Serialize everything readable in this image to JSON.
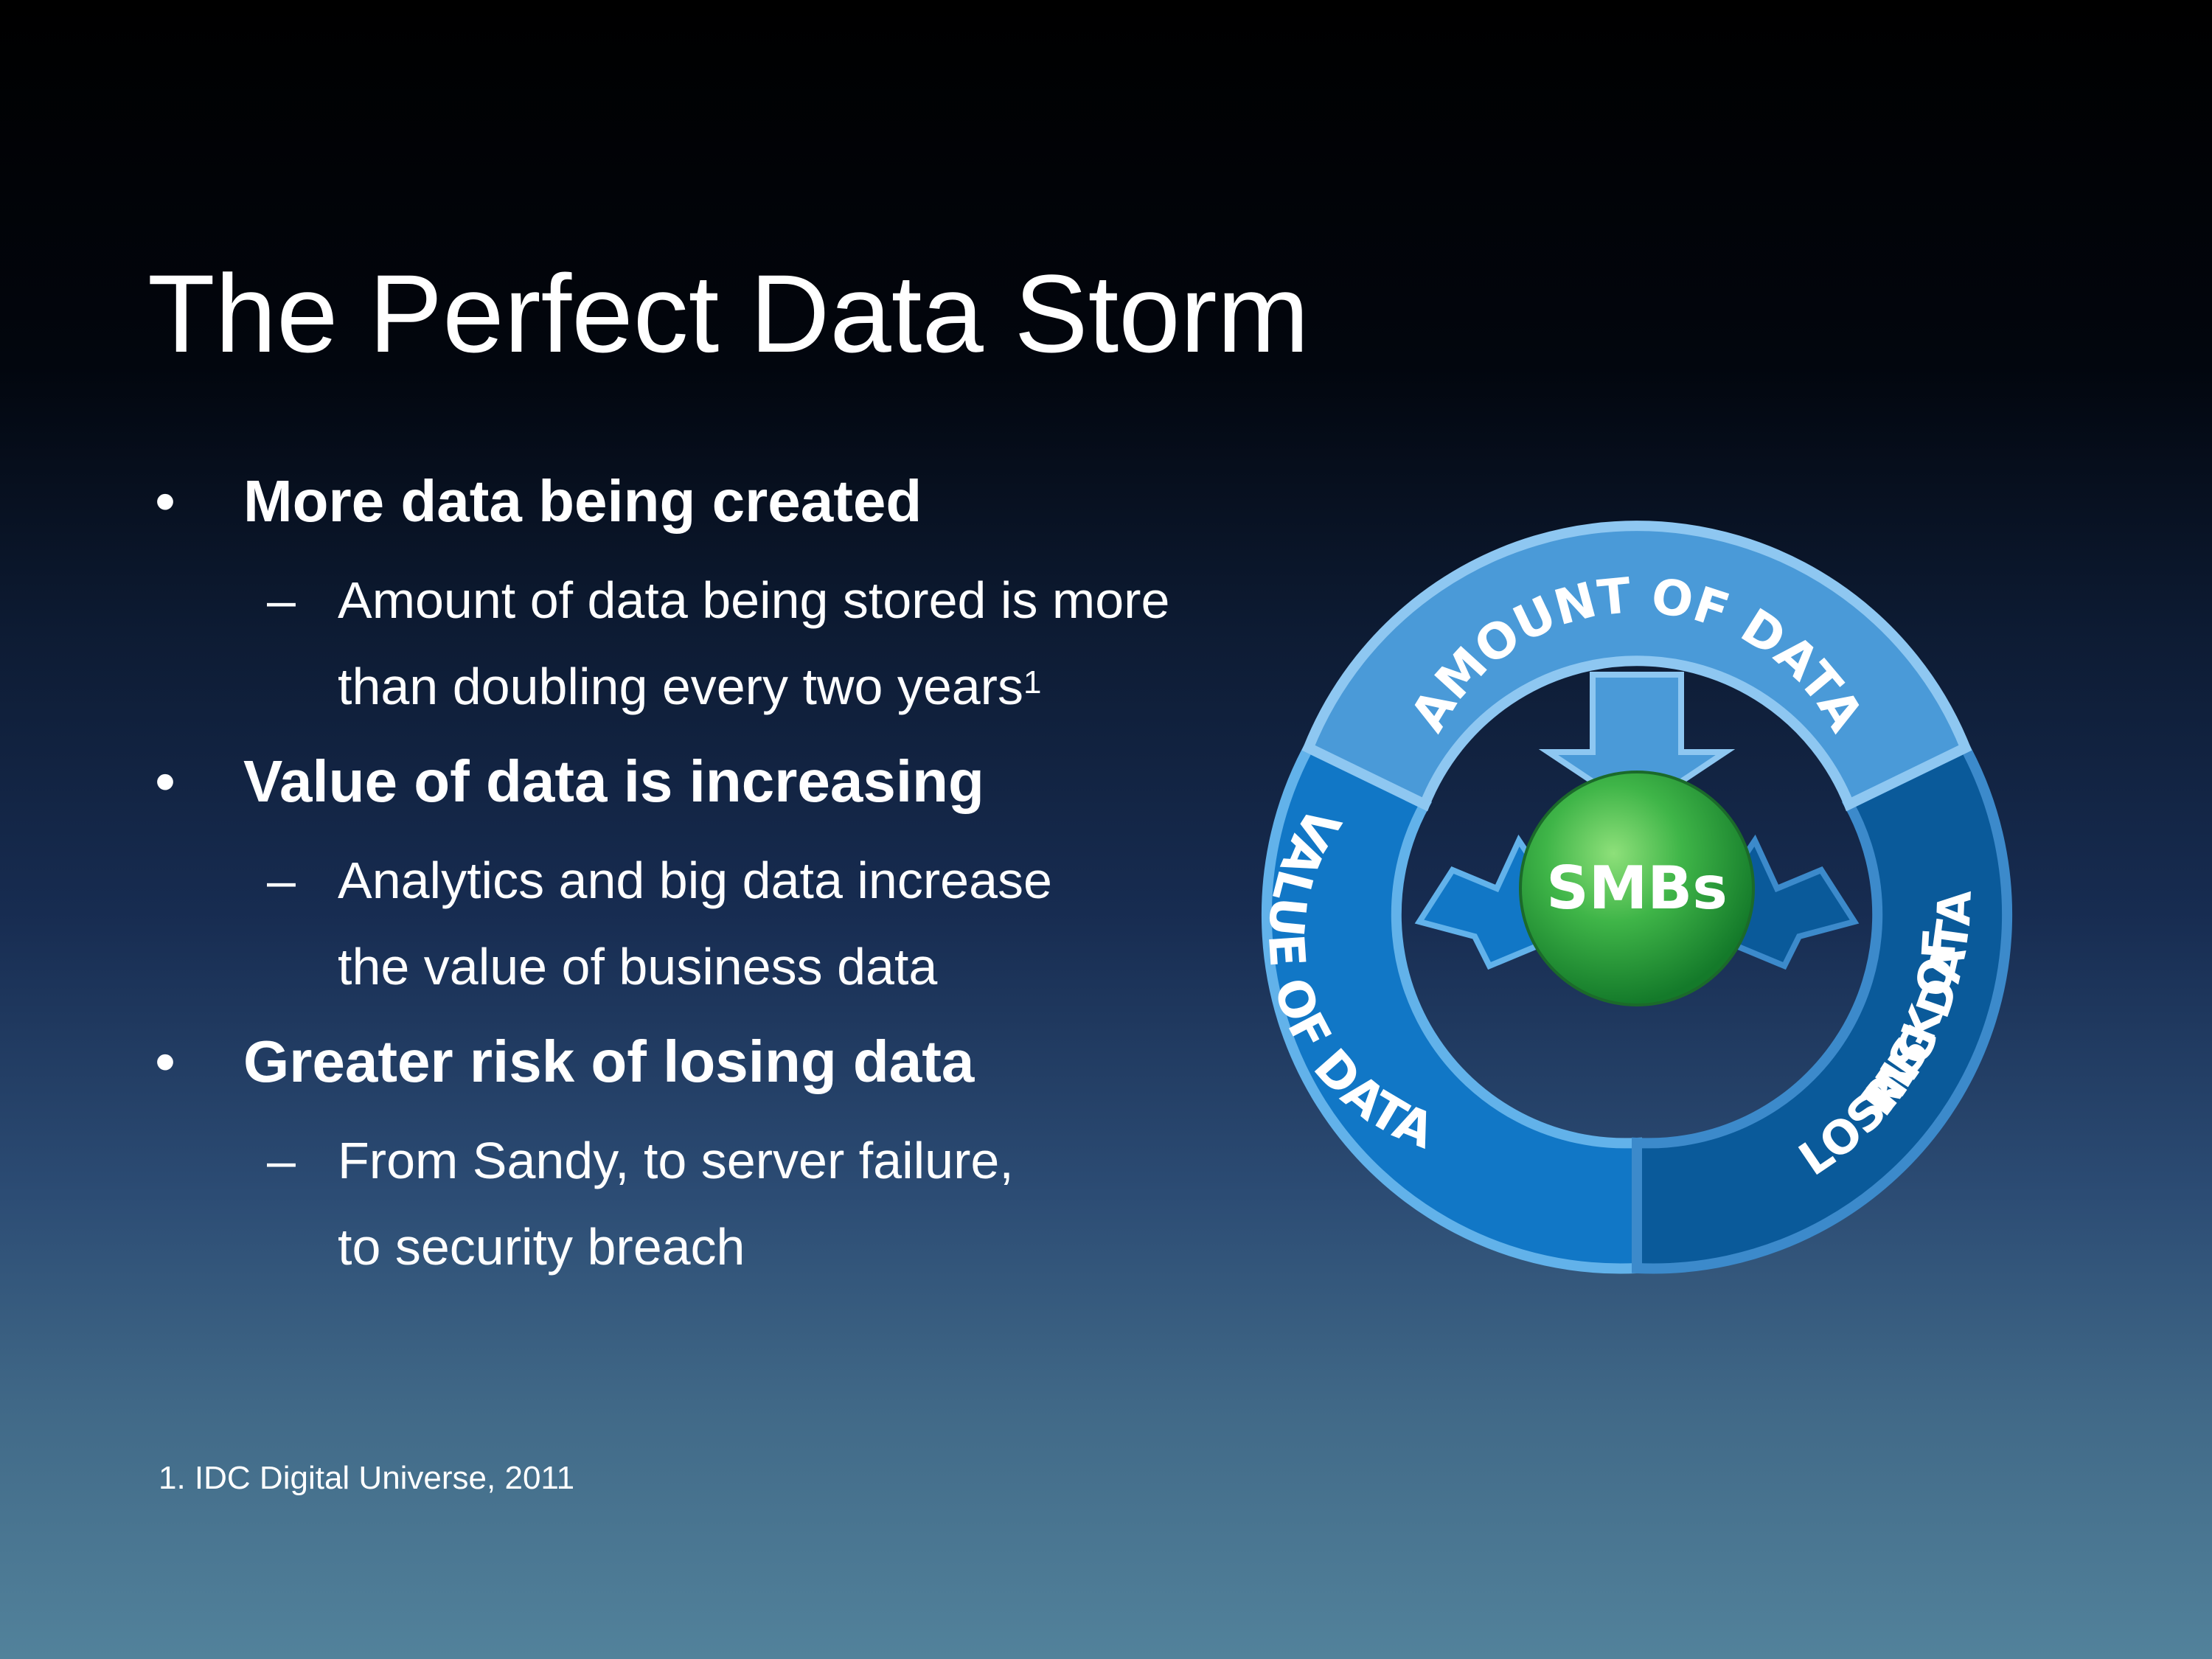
{
  "title": "The Perfect Data Storm",
  "bullets": [
    {
      "marker": "•",
      "text": "More data being created",
      "sub": {
        "marker": "–",
        "lines": [
          "Amount of data being stored is more",
          "than doubling every two years"
        ],
        "footnote_ref": "1"
      }
    },
    {
      "marker": "•",
      "text": "Value of data is increasing",
      "sub": {
        "marker": "–",
        "lines": [
          "Analytics and big data increase",
          "the value of business data"
        ]
      }
    },
    {
      "marker": "•",
      "text": "Greater risk of losing data",
      "sub": {
        "marker": "–",
        "lines": [
          "From Sandy, to server failure,",
          "to security breach"
        ]
      }
    }
  ],
  "footnote": "1. IDC Digital Universe, 2011",
  "diagram": {
    "center": "SMBs",
    "segments": {
      "amount": "AMOUNT OF DATA",
      "value": "VALUE OF DATA",
      "risk_line1": "RISK OF",
      "risk_line2": "LOSING DATA"
    },
    "colors": {
      "amount": "#4a9ad8",
      "value": "#1177c6",
      "risk": "#0a5a9a",
      "center": "#2aa53c"
    }
  }
}
